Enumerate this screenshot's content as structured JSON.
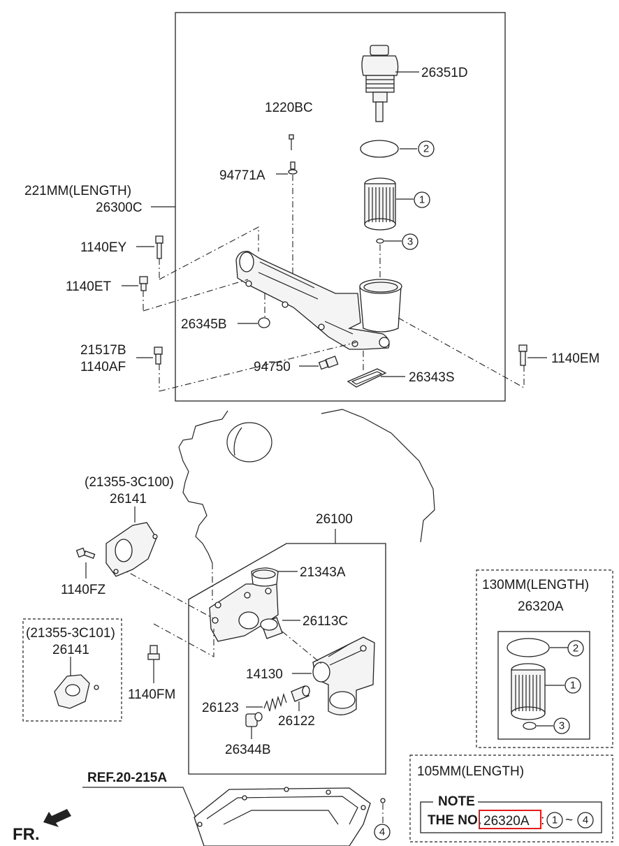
{
  "labels": {
    "p26351D": "26351D",
    "p1220BC": "1220BC",
    "p94771A": "94771A",
    "p221mm": "221MM(LENGTH)",
    "p26300C": "26300C",
    "p1140EY": "1140EY",
    "p1140ET": "1140ET",
    "p26345B": "26345B",
    "p21517B": "21517B",
    "p1140AF": "1140AF",
    "p94750": "94750",
    "p26343S": "26343S",
    "p1140EM": "1140EM",
    "p21355_3C100": "(21355-3C100)",
    "p26141_a": "26141",
    "p1140FZ": "1140FZ",
    "p26100": "26100",
    "p21343A": "21343A",
    "p26113C": "26113C",
    "p21355_3C101": "(21355-3C101)",
    "p26141_b": "26141",
    "p1140FM": "1140FM",
    "p14130": "14130",
    "p26123": "26123",
    "p26122": "26122",
    "p26344B": "26344B",
    "p130mm": "130MM(LENGTH)",
    "p26320A": "26320A",
    "p105mm": "105MM(LENGTH)",
    "ref": "REF.20-215A",
    "fr": "FR."
  },
  "callouts": {
    "c1": "1",
    "c2": "2",
    "c3": "3",
    "c4": "4"
  },
  "note": {
    "title": "NOTE",
    "prefix": "THE NO.",
    "part": "26320A",
    "sep": ":",
    "from": "1",
    "tilde": "~",
    "to": "4"
  }
}
